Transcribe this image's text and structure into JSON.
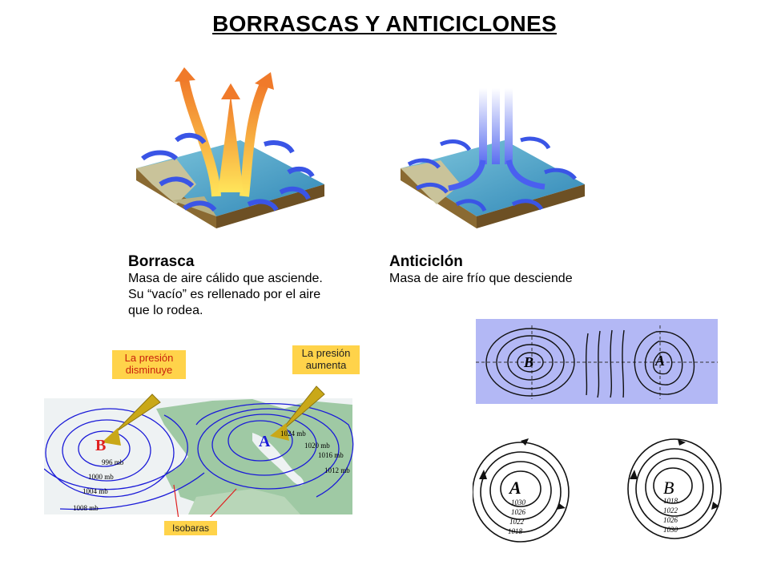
{
  "title": "BORRASCAS Y ANTICICLONES",
  "borrasca": {
    "heading": "Borrasca",
    "lines": [
      "Masa de aire cálido que asciende.",
      "Su “vacío” es rellenado por el aire",
      "que lo rodea."
    ]
  },
  "anticiclon": {
    "heading": "Anticiclón",
    "lines": [
      "Masa de aire frío que desciende"
    ]
  },
  "map": {
    "callout_low": [
      "La presión",
      "disminuye"
    ],
    "callout_high": [
      "La presión",
      "aumenta"
    ],
    "label_low": "B",
    "label_high": "A",
    "isobars_low": [
      "996 mb",
      "1000 mb",
      "1004 mb",
      "1008 mb"
    ],
    "isobars_high": [
      "1024 mb",
      "1020 mb",
      "1016 mb",
      "1012 mb"
    ],
    "isobaras_label": "Isobaras"
  },
  "diagram_blue": {
    "label_low": "B",
    "label_high": "A"
  },
  "diagram_bw": {
    "label_high": "A",
    "label_low": "B",
    "values_high": [
      "1030",
      "1026",
      "1022",
      "1018"
    ],
    "values_low": [
      "1018",
      "1022",
      "1026",
      "1030"
    ]
  },
  "colors": {
    "low_callout_text": "#c8200c",
    "callout_bg": "#ffd34a",
    "isobar_line": "#1a1ad8",
    "panel_bg": "#b3b8f5"
  }
}
